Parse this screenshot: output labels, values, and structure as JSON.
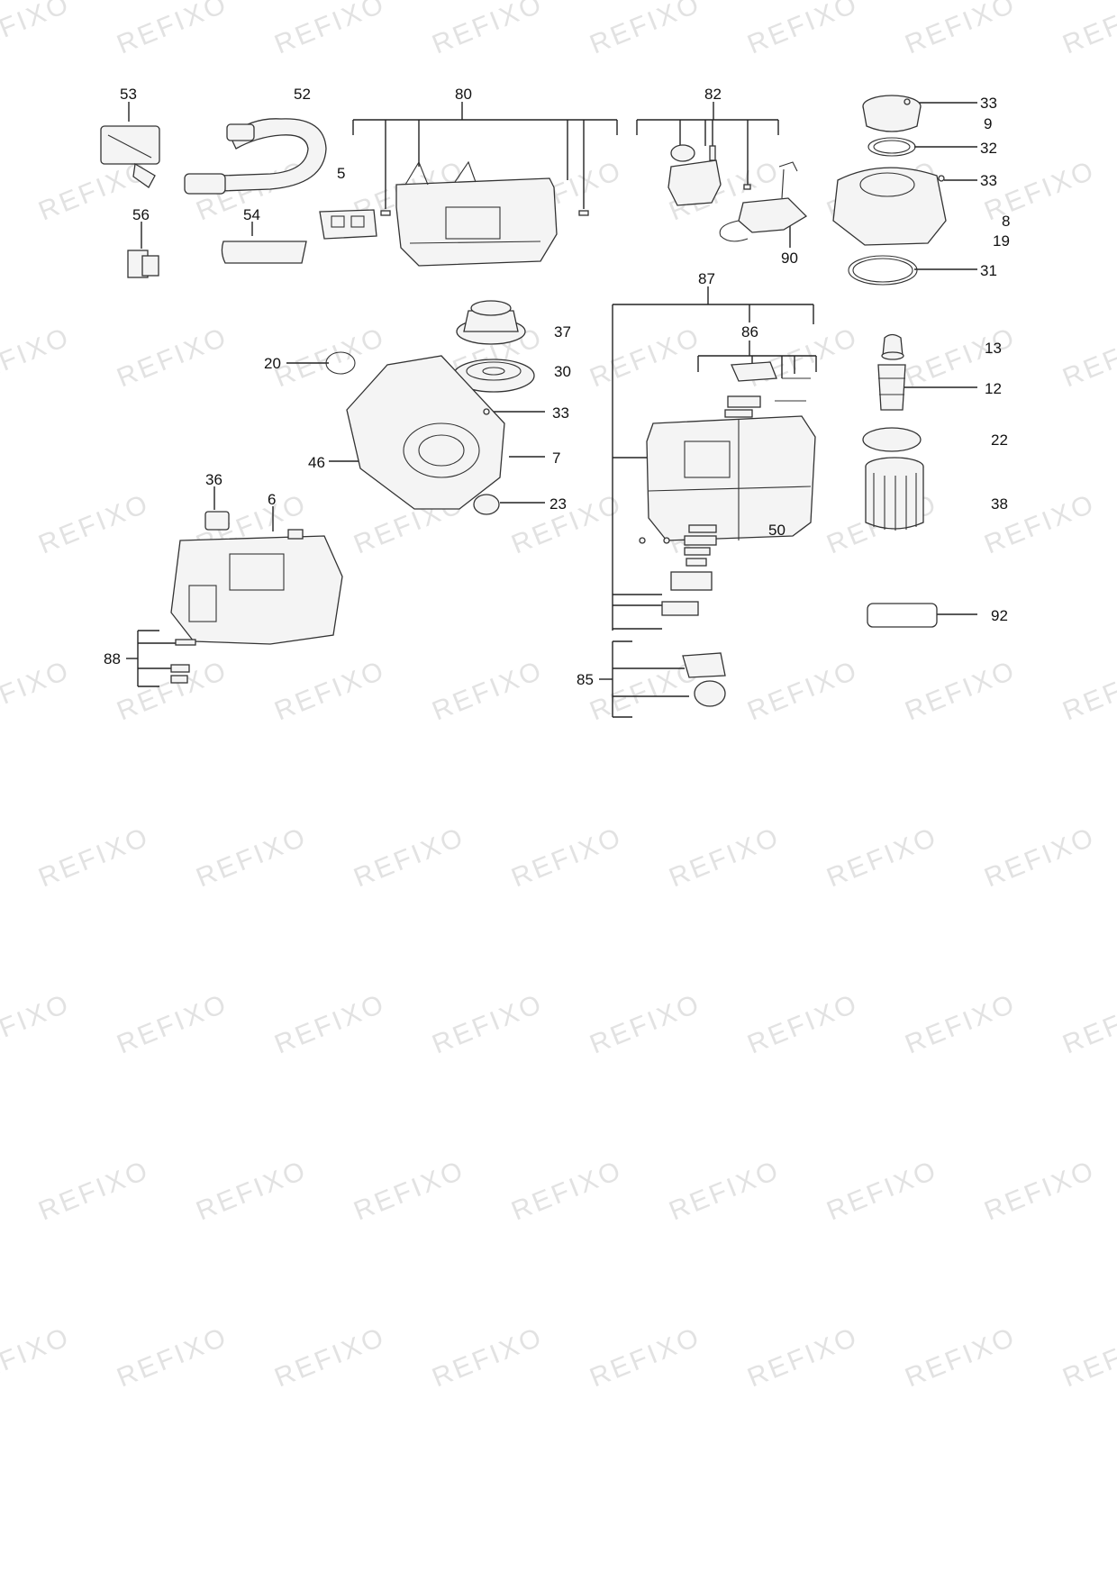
{
  "watermark_text": "REFIXO",
  "labels": {
    "l53": "53",
    "l52": "52",
    "l80": "80",
    "l82": "82",
    "l33a": "33",
    "l9": "9",
    "l32": "32",
    "l33b": "33",
    "l5": "5",
    "l8": "8",
    "l19": "19",
    "l56": "56",
    "l54": "54",
    "l90": "90",
    "l31": "31",
    "l87": "87",
    "l37": "37",
    "l86": "86",
    "l13": "13",
    "l20": "20",
    "l30": "30",
    "l12": "12",
    "l33c": "33",
    "l22": "22",
    "l46": "46",
    "l7": "7",
    "l36": "36",
    "l6": "6",
    "l23": "23",
    "l50": "50",
    "l38": "38",
    "l92": "92",
    "l88": "88",
    "l85": "85"
  }
}
